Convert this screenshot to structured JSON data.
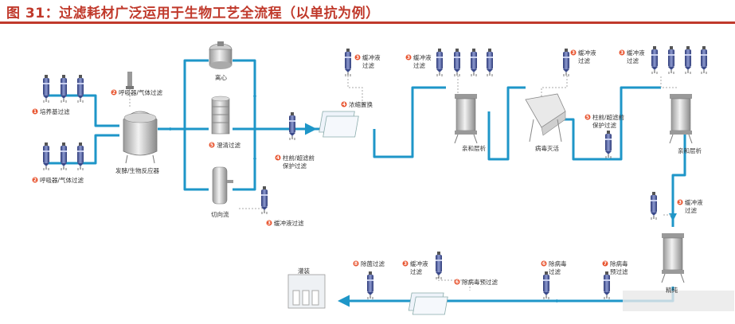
{
  "title": "图 31：过滤耗材广泛运用于生物工艺全流程（以单抗为例）",
  "labels": {
    "medium_filter": "培养基过滤",
    "respirator1": "呼吸器/气体过滤",
    "respirator2": "呼吸器/气体过滤",
    "bioreactor": "发酵/生物反应器",
    "centrifuge": "离心",
    "depth_filter": "澄清过滤",
    "tff": "切向流",
    "buffer1": "缓冲液过滤",
    "column_pre1_a": "柱前/超滤前",
    "column_pre1_b": "保护过滤",
    "uf_exchange": "浓缩置换",
    "buffer2_a": "缓冲液",
    "buffer2_b": "过滤",
    "affinity": "亲和层析",
    "buffer3_a": "缓冲液",
    "buffer3_b": "过滤",
    "viral_inact": "病毒灭活",
    "column_pre2_a": "柱前/超滤前",
    "column_pre2_b": "保护过滤",
    "buffer4_a": "缓冲液",
    "buffer4_b": "过滤",
    "affinity2": "亲和层析",
    "buffer5_a": "缓冲液",
    "buffer5_b": "过滤",
    "polish": "精纯",
    "viral_pre_a": "除病毒",
    "viral_pre_b": "预过滤",
    "viral_a": "除病毒",
    "viral_b": "过滤",
    "viral_prefilter": "除病毒预过滤",
    "buffer6_a": "缓冲液",
    "buffer6_b": "过滤",
    "sterile": "除菌过滤",
    "fill": "灌装"
  },
  "numbers": {
    "n1": "1",
    "n2": "2",
    "n3": "3",
    "n4": "4",
    "n5": "5",
    "n6": "6",
    "n7": "7",
    "n8": "8"
  },
  "colors": {
    "title": "#c0392b",
    "pipe": "#1e96c8",
    "badge": "#e8542f",
    "filter_body": "#3b4a8a"
  }
}
